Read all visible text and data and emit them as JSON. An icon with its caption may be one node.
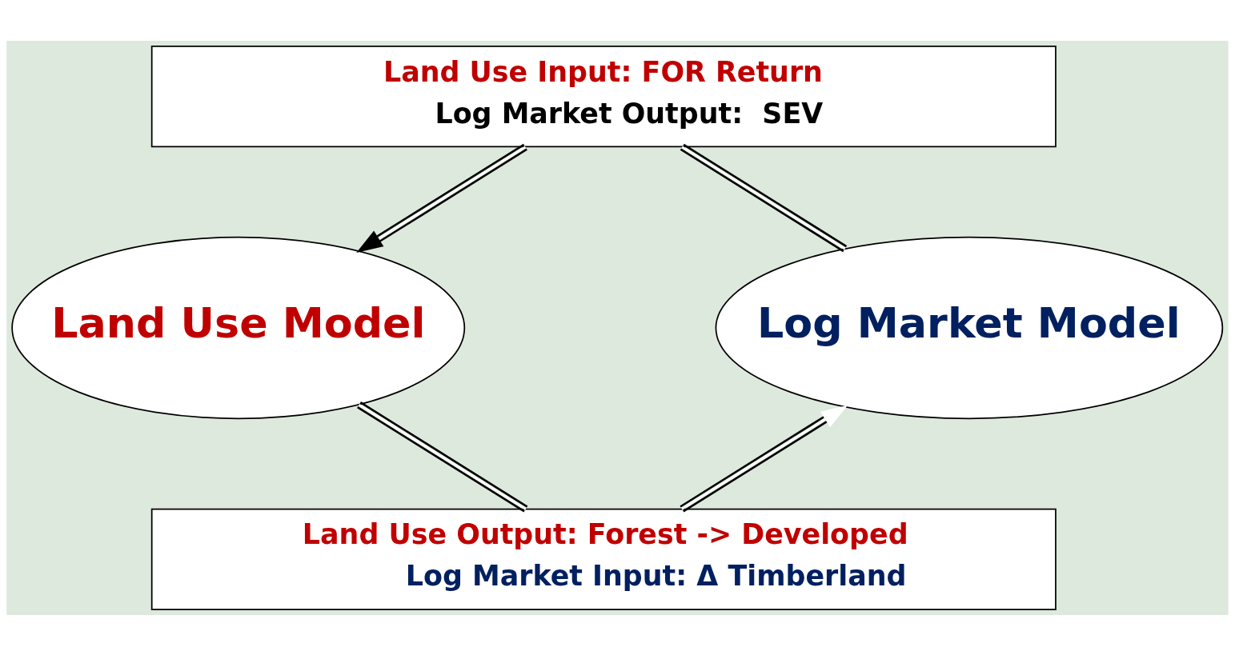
{
  "diagram": {
    "nodes": [
      {
        "text": [
          "Land Use Model"
        ]
      },
      {
        "text": [
          "Log Market Model"
        ]
      },
      {
        "text": [
          "Land Use Input: FOR Return",
          "Log Market Output:  SEV"
        ]
      },
      {
        "text": [
          "Land Use Output: Forest -> Developed",
          "Log Market Input: Δ Timberland"
        ]
      }
    ],
    "edges": [
      {
        "from": 1,
        "to": 2,
        "arrow": "none"
      },
      {
        "from": 2,
        "to": 0,
        "arrow": "to"
      },
      {
        "from": 0,
        "to": 3,
        "arrow": "none"
      },
      {
        "from": 3,
        "to": 1,
        "arrow": "to"
      }
    ]
  }
}
